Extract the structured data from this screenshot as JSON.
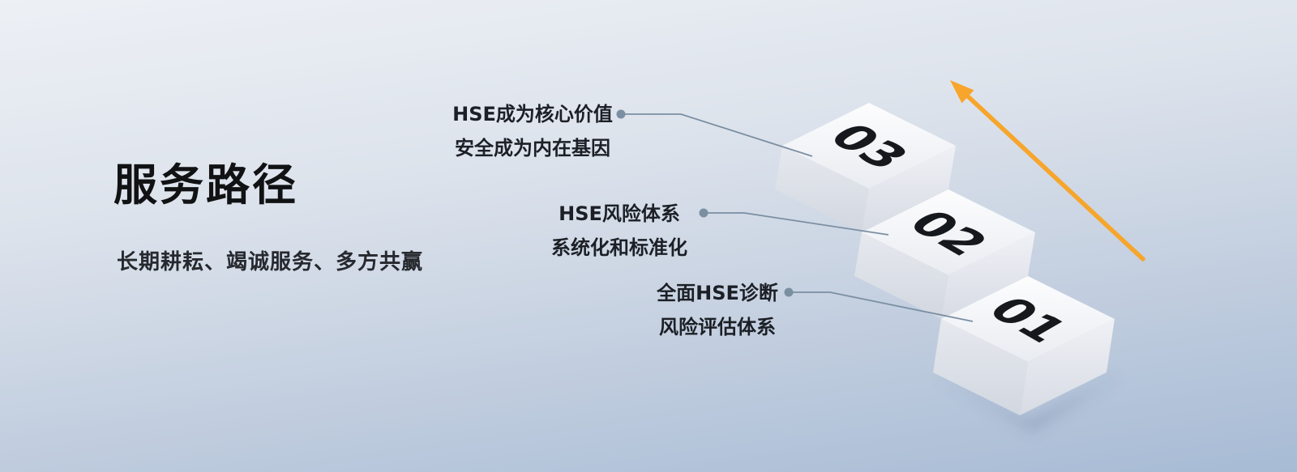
{
  "slide": {
    "title": "服务路径",
    "subtitle": "长期耕耘、竭诚服务、多方共赢"
  },
  "steps": [
    {
      "number": "03",
      "lines": [
        "HSE成为核心价值",
        "安全成为内在基因"
      ]
    },
    {
      "number": "02",
      "lines": [
        "HSE风险体系",
        "系统化和标准化"
      ]
    },
    {
      "number": "01",
      "lines": [
        "全面HSE诊断",
        "风险评估体系"
      ]
    }
  ],
  "colors": {
    "arrow": "#F7A52B",
    "connector": "#7B8FA3",
    "step_number": "#15181d"
  }
}
